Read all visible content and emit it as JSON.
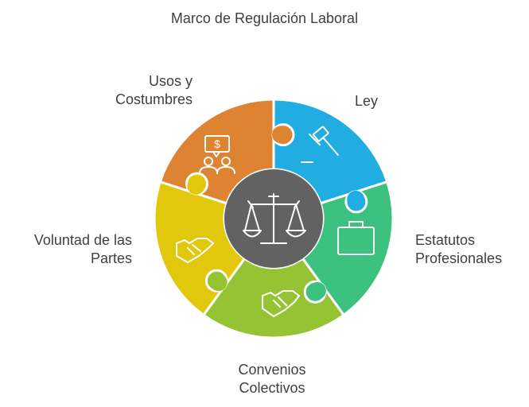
{
  "title": "Marco de Regulación Laboral",
  "segments": [
    {
      "id": "ley",
      "lines": [
        "Ley"
      ],
      "color": "#21ace2",
      "icon": "gavel-icon"
    },
    {
      "id": "estatutos",
      "lines": [
        "Estatutos",
        "Profesionales"
      ],
      "color": "#3cc27e",
      "icon": "briefcase-icon"
    },
    {
      "id": "convenios",
      "lines": [
        "Convenios",
        "Colectivos"
      ],
      "color": "#94c334",
      "icon": "handshake-icon"
    },
    {
      "id": "voluntad",
      "lines": [
        "Voluntad de las",
        "Partes"
      ],
      "color": "#e1c80d",
      "icon": "handshake-icon"
    },
    {
      "id": "usos",
      "lines": [
        "Usos y",
        "Costumbres"
      ],
      "color": "#de8332",
      "icon": "people-money-icon"
    }
  ],
  "center": {
    "color": "#626262",
    "icon": "scales-icon"
  }
}
